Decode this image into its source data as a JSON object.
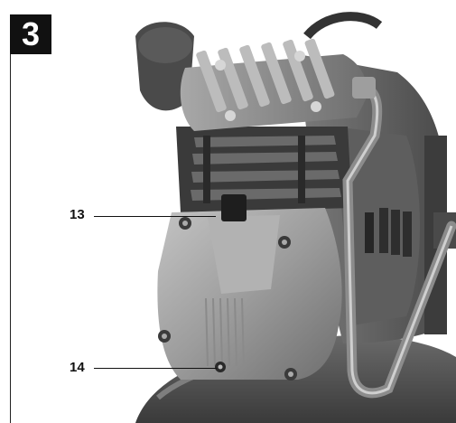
{
  "figure": {
    "number": "3",
    "callouts": [
      {
        "label": "13"
      },
      {
        "label": "14"
      }
    ]
  }
}
